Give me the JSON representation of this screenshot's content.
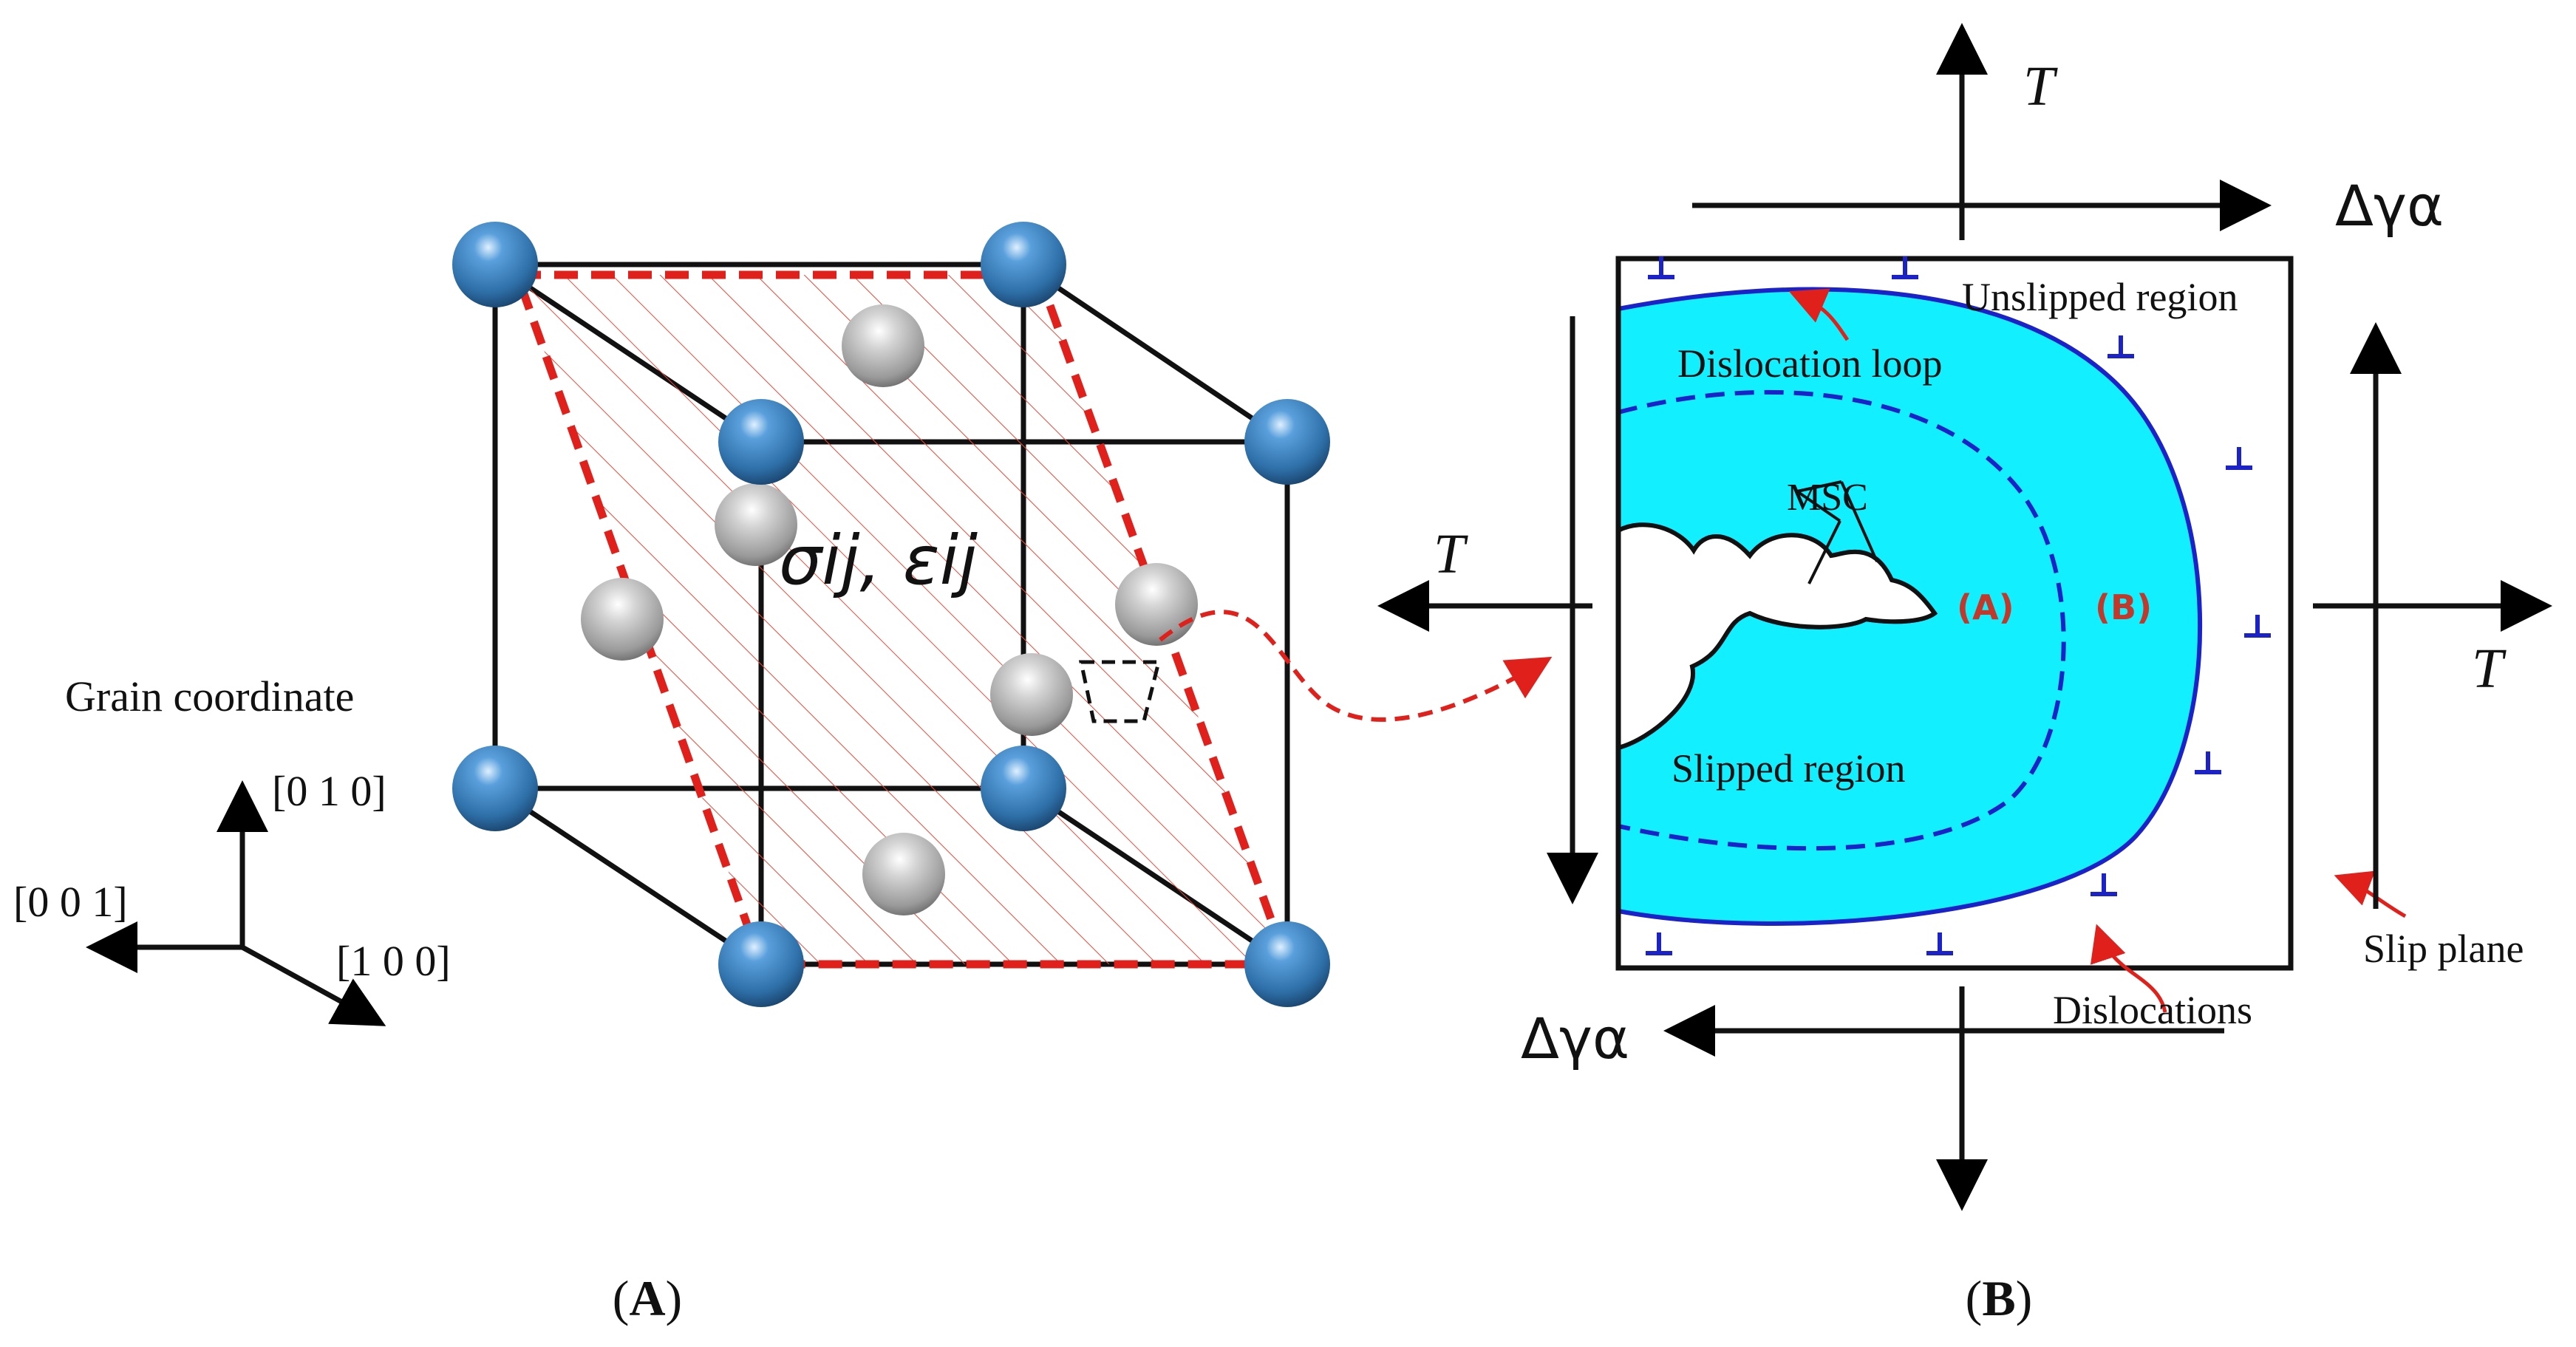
{
  "panel_a": {
    "caption": "A",
    "stress_strain_label": "σij, εij",
    "grain_coordinate_label": "Grain coordinate",
    "axis_010": "[0 1 0]",
    "axis_001": "[0 0 1]",
    "axis_100": "[1 0 0]"
  },
  "panel_b": {
    "caption": "B",
    "top_load_label": "T",
    "left_load_label": "T",
    "right_load_label": "T",
    "shear_top_label": "Δγα",
    "shear_bottom_label": "Δγα",
    "unslipped_region": "Unslipped region",
    "dislocation_loop": "Dislocation loop",
    "msc": "MSC",
    "stage_a": "(A)",
    "stage_b": "(B)",
    "slipped_region": "Slipped region",
    "dislocations": "Dislocations",
    "slip_plane": "Slip plane"
  },
  "colors": {
    "atom_corner": "#2e6fa8",
    "atom_inner": "#9a9a9a",
    "slip_plane_dashed": "#e0201a",
    "slipped_fill": "#12f0ff",
    "dislocation_blue": "#1a22c8",
    "stage_label_red": "#c0392b"
  }
}
